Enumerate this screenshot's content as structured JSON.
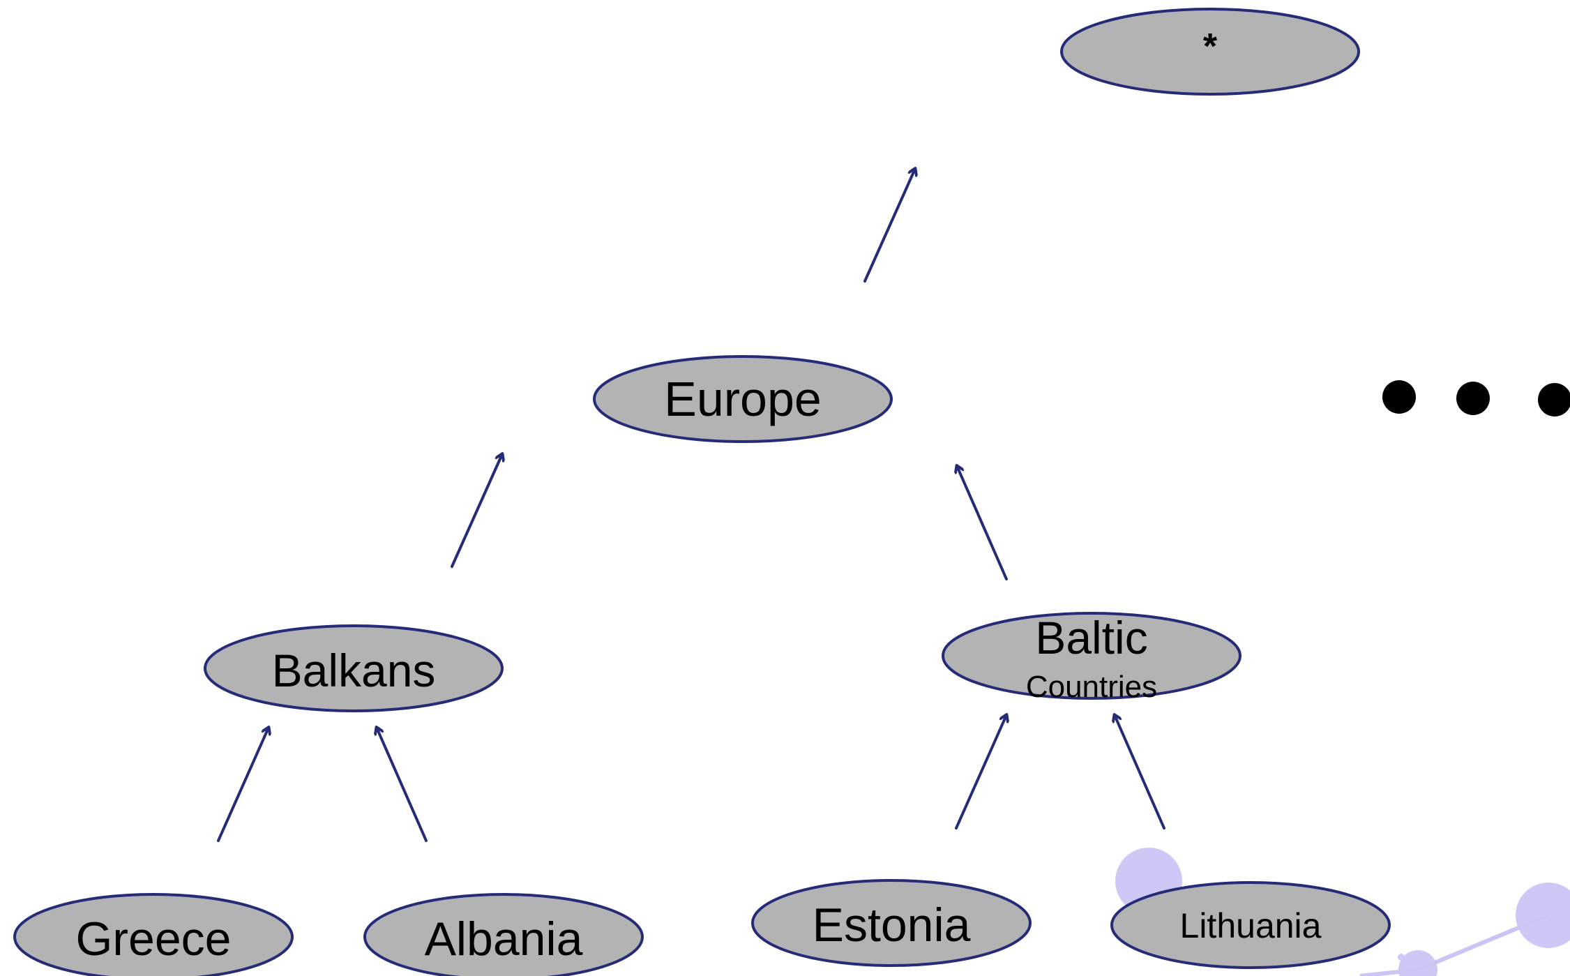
{
  "diagram": {
    "type": "hierarchy",
    "nodes": [
      {
        "id": "root",
        "label": "*",
        "sublabel": ""
      },
      {
        "id": "europe",
        "label": "Europe",
        "sublabel": ""
      },
      {
        "id": "balkans",
        "label": "Balkans",
        "sublabel": ""
      },
      {
        "id": "baltic",
        "label": "Baltic",
        "sublabel": "Countries"
      },
      {
        "id": "greece",
        "label": "Greece",
        "sublabel": ""
      },
      {
        "id": "albania",
        "label": "Albania",
        "sublabel": ""
      },
      {
        "id": "estonia",
        "label": "Estonia",
        "sublabel": ""
      },
      {
        "id": "lithuania",
        "label": "Lithuania",
        "sublabel": ""
      }
    ],
    "edges": [
      {
        "from": "europe",
        "to": "root"
      },
      {
        "from": "balkans",
        "to": "europe"
      },
      {
        "from": "baltic",
        "to": "europe"
      },
      {
        "from": "greece",
        "to": "balkans"
      },
      {
        "from": "albania",
        "to": "balkans"
      },
      {
        "from": "estonia",
        "to": "baltic"
      },
      {
        "from": "lithuania",
        "to": "baltic"
      }
    ],
    "continuation_marker": "ellipsis-dots",
    "colors": {
      "node_fill": "#b3b3b3",
      "node_stroke": "#262b78",
      "arrow": "#262b78",
      "text": "#000000",
      "decoration": "#ccc4f5"
    }
  }
}
